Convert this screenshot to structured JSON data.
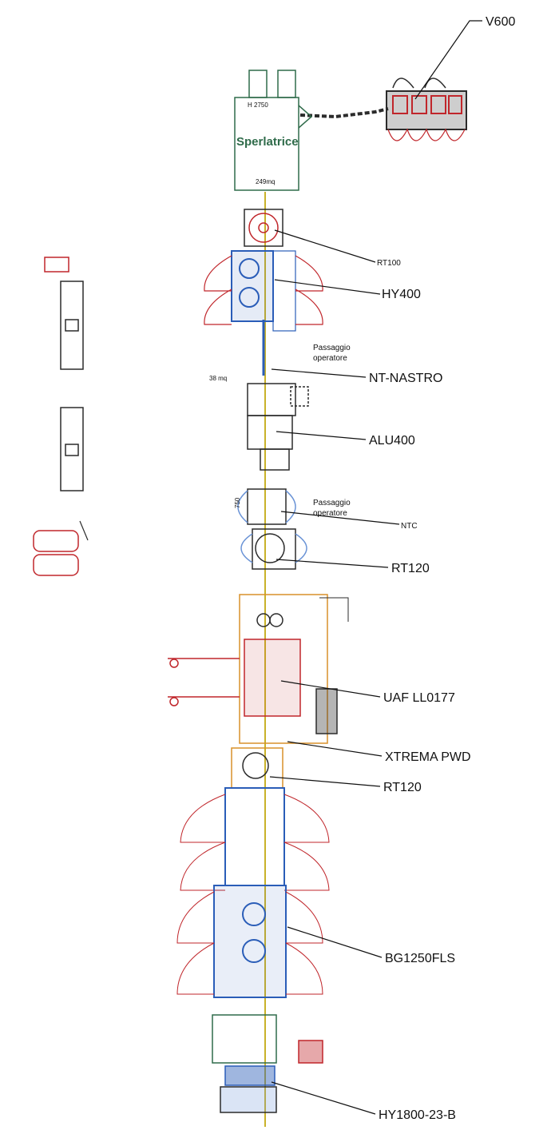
{
  "callouts": {
    "v600": "V600",
    "rt100": "RT100",
    "hy400": "HY400",
    "passaggio1a": "Passaggio",
    "passaggio1b": "operatore",
    "nt_nastro": "NT-NASTRO",
    "alu400": "ALU400",
    "passaggio2a": "Passaggio",
    "passaggio2b": "operatore",
    "ntc": "NTC",
    "rt120_a": "RT120",
    "uaf": "UAF LL0177",
    "xtrema": "XTREMA PWD",
    "rt120_b": "RT120",
    "bg1250": "BG1250FLS",
    "hy1800": "HY1800-23-B"
  },
  "sperlatrice": {
    "height_note": "H 2750",
    "name": "Sperlatrice",
    "area": "249mq"
  },
  "area_38": "38 mq",
  "dim_750": "750",
  "colors": {
    "blue": "#2a5db8",
    "red": "#c0262b",
    "dark": "#2b2b2b",
    "green": "#2f6b4a",
    "orange": "#d9902a",
    "lightblue": "#6a93d6",
    "yellow": "#c9b22a"
  }
}
